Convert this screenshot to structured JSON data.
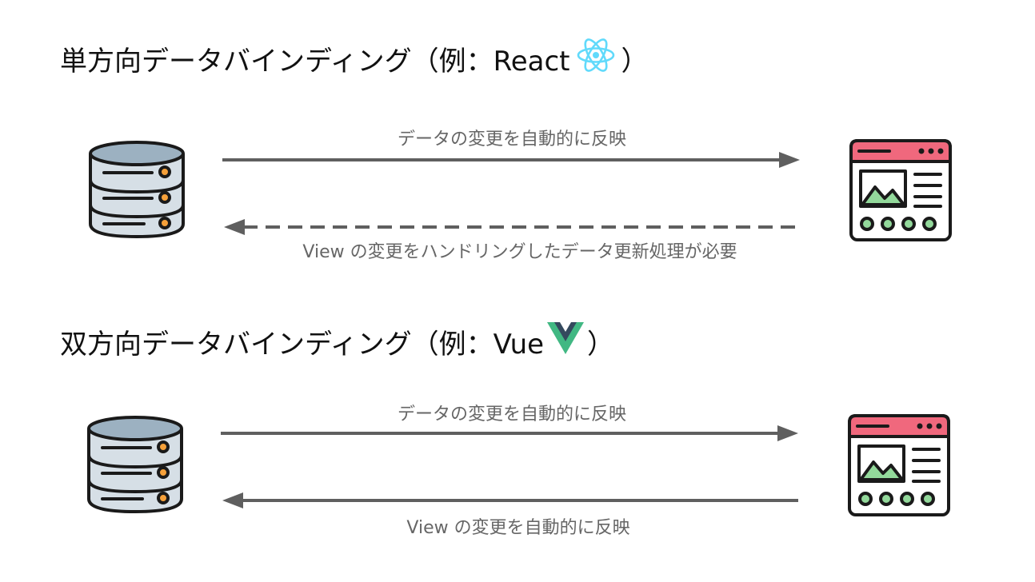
{
  "sections": [
    {
      "title_prefix": "単方向データバインディング（例：React",
      "title_suffix": "）",
      "logo": "react-logo-icon",
      "forward_label": "データの変更を自動的に反映",
      "backward_label": "View の変更をハンドリングしたデータ更新処理が必要",
      "backward_style": "dashed"
    },
    {
      "title_prefix": "双方向データバインディング（例：Vue",
      "title_suffix": "）",
      "logo": "vue-logo-icon",
      "forward_label": "データの変更を自動的に反映",
      "backward_label": "View の変更を自動的に反映",
      "backward_style": "solid"
    }
  ],
  "icons": {
    "left": "database-icon",
    "right": "browser-window-icon"
  },
  "colors": {
    "arrow": "#5f5f5f",
    "react": "#61dafb",
    "vue_outer": "#41b883",
    "vue_inner": "#34495e",
    "browser_header": "#f0687d",
    "browser_image": "#93d99b",
    "database_top": "#9cb1c1",
    "database_body": "#d6dfe6",
    "database_led": "#f6a13a"
  }
}
